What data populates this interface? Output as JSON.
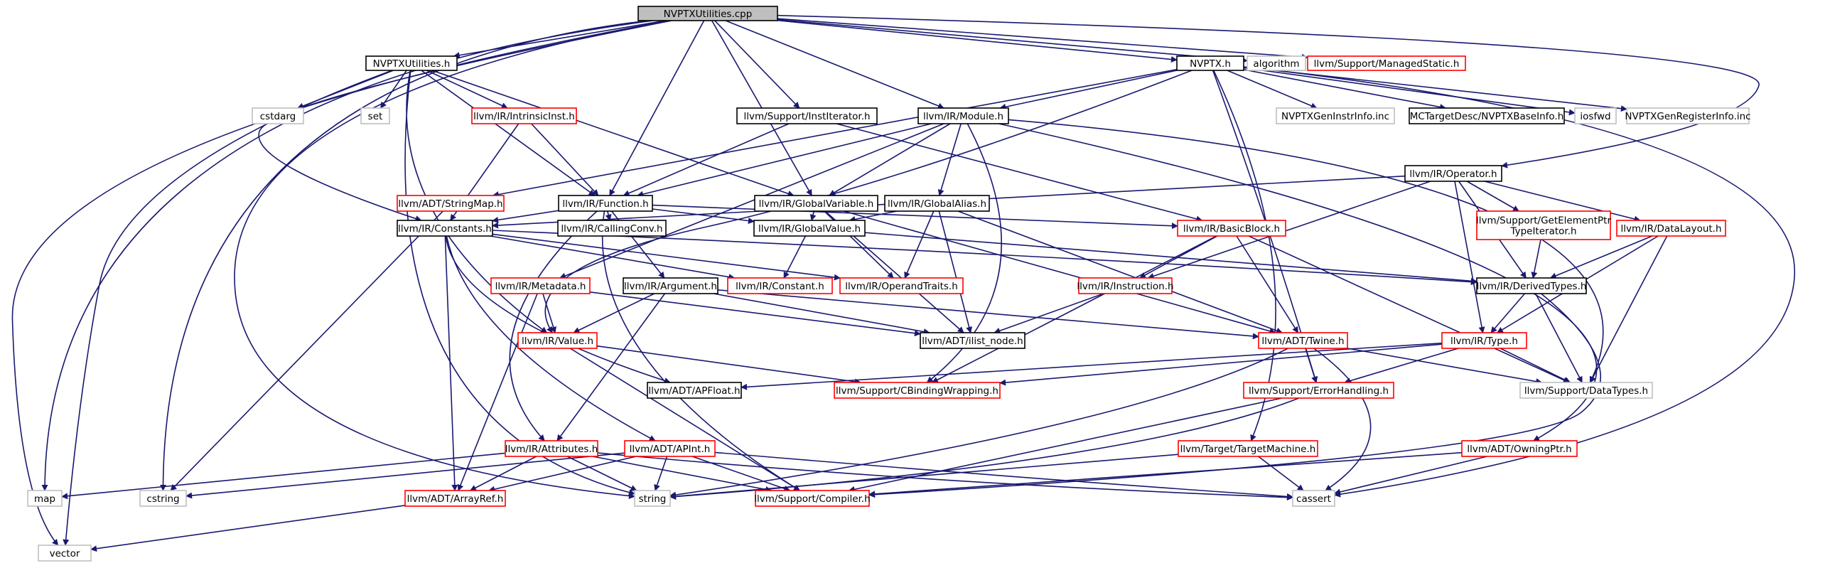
{
  "colors": {
    "edge": "#191970",
    "border_black": "#000000",
    "border_red": "#ff0000",
    "border_gray": "#bfbfbf",
    "root_fill": "#bfbfbf",
    "fill": "#ffffff"
  },
  "nodes": [
    {
      "id": "root",
      "lines": [
        "NVPTXUtilities.cpp"
      ],
      "border": "root"
    },
    {
      "id": "utils_h",
      "lines": [
        "NVPTXUtilities.h"
      ],
      "border": "black"
    },
    {
      "id": "nvptx_h",
      "lines": [
        "NVPTX.h"
      ],
      "border": "black"
    },
    {
      "id": "algorithm",
      "lines": [
        "algorithm"
      ],
      "border": "gray"
    },
    {
      "id": "managedstatic",
      "lines": [
        "llvm/Support/ManagedStatic.h"
      ],
      "border": "red"
    },
    {
      "id": "cstdarg",
      "lines": [
        "cstdarg"
      ],
      "border": "gray"
    },
    {
      "id": "set",
      "lines": [
        "set"
      ],
      "border": "gray"
    },
    {
      "id": "intrinsicinst",
      "lines": [
        "llvm/IR/IntrinsicInst.h"
      ],
      "border": "red"
    },
    {
      "id": "institerator",
      "lines": [
        "llvm/Support/InstIterator.h"
      ],
      "border": "black"
    },
    {
      "id": "module",
      "lines": [
        "llvm/IR/Module.h"
      ],
      "border": "black"
    },
    {
      "id": "instrinfo",
      "lines": [
        "NVPTXGenInstrInfo.inc"
      ],
      "border": "gray"
    },
    {
      "id": "basicinfo",
      "lines": [
        "MCTargetDesc/NVPTXBaseInfo.h"
      ],
      "border": "black"
    },
    {
      "id": "iosfwd",
      "lines": [
        "iosfwd"
      ],
      "border": "gray"
    },
    {
      "id": "reginfo",
      "lines": [
        "NVPTXGenRegisterInfo.inc"
      ],
      "border": "gray"
    },
    {
      "id": "stringmap",
      "lines": [
        "llvm/ADT/StringMap.h"
      ],
      "border": "red"
    },
    {
      "id": "function",
      "lines": [
        "llvm/IR/Function.h"
      ],
      "border": "black"
    },
    {
      "id": "globalvar",
      "lines": [
        "llvm/IR/GlobalVariable.h"
      ],
      "border": "black"
    },
    {
      "id": "globalalias",
      "lines": [
        "llvm/IR/GlobalAlias.h"
      ],
      "border": "black"
    },
    {
      "id": "operator",
      "lines": [
        "llvm/IR/Operator.h"
      ],
      "border": "black"
    },
    {
      "id": "constants",
      "lines": [
        "llvm/IR/Constants.h"
      ],
      "border": "black"
    },
    {
      "id": "callingconv",
      "lines": [
        "llvm/IR/CallingConv.h"
      ],
      "border": "black"
    },
    {
      "id": "globalvalue",
      "lines": [
        "llvm/IR/GlobalValue.h"
      ],
      "border": "black"
    },
    {
      "id": "basicblock",
      "lines": [
        "llvm/IR/BasicBlock.h"
      ],
      "border": "red"
    },
    {
      "id": "gepti",
      "lines": [
        "llvm/Support/GetElementPtr",
        "TypeIterator.h"
      ],
      "border": "red"
    },
    {
      "id": "datalayout",
      "lines": [
        "llvm/IR/DataLayout.h"
      ],
      "border": "red"
    },
    {
      "id": "metadata",
      "lines": [
        "llvm/IR/Metadata.h"
      ],
      "border": "red"
    },
    {
      "id": "argument",
      "lines": [
        "llvm/IR/Argument.h"
      ],
      "border": "black"
    },
    {
      "id": "constant",
      "lines": [
        "llvm/IR/Constant.h"
      ],
      "border": "red"
    },
    {
      "id": "operandtraits",
      "lines": [
        "llvm/IR/OperandTraits.h"
      ],
      "border": "red"
    },
    {
      "id": "instruction",
      "lines": [
        "llvm/IR/Instruction.h"
      ],
      "border": "red"
    },
    {
      "id": "derivedtypes",
      "lines": [
        "llvm/IR/DerivedTypes.h"
      ],
      "border": "black"
    },
    {
      "id": "value",
      "lines": [
        "llvm/IR/Value.h"
      ],
      "border": "red"
    },
    {
      "id": "ilistnode",
      "lines": [
        "llvm/ADT/ilist_node.h"
      ],
      "border": "black"
    },
    {
      "id": "twine",
      "lines": [
        "llvm/ADT/Twine.h"
      ],
      "border": "red"
    },
    {
      "id": "type",
      "lines": [
        "llvm/IR/Type.h"
      ],
      "border": "red"
    },
    {
      "id": "apfloat",
      "lines": [
        "llvm/ADT/APFloat.h"
      ],
      "border": "black"
    },
    {
      "id": "cbinding",
      "lines": [
        "llvm/Support/CBindingWrapping.h"
      ],
      "border": "red"
    },
    {
      "id": "errorhandling",
      "lines": [
        "llvm/Support/ErrorHandling.h"
      ],
      "border": "red"
    },
    {
      "id": "datatypes",
      "lines": [
        "llvm/Support/DataTypes.h"
      ],
      "border": "gray"
    },
    {
      "id": "attributes",
      "lines": [
        "llvm/IR/Attributes.h"
      ],
      "border": "red"
    },
    {
      "id": "apint",
      "lines": [
        "llvm/ADT/APInt.h"
      ],
      "border": "red"
    },
    {
      "id": "targetmachine",
      "lines": [
        "llvm/Target/TargetMachine.h"
      ],
      "border": "red"
    },
    {
      "id": "owningptr",
      "lines": [
        "llvm/ADT/OwningPtr.h"
      ],
      "border": "red"
    },
    {
      "id": "map",
      "lines": [
        "map"
      ],
      "border": "gray"
    },
    {
      "id": "cstring",
      "lines": [
        "cstring"
      ],
      "border": "gray"
    },
    {
      "id": "string",
      "lines": [
        "string"
      ],
      "border": "gray"
    },
    {
      "id": "compiler",
      "lines": [
        "llvm/Support/Compiler.h"
      ],
      "border": "red"
    },
    {
      "id": "cassert",
      "lines": [
        "cassert"
      ],
      "border": "gray"
    },
    {
      "id": "arrayref",
      "lines": [
        "llvm/ADT/ArrayRef.h"
      ],
      "border": "red"
    },
    {
      "id": "vector",
      "lines": [
        "vector"
      ],
      "border": "gray"
    }
  ],
  "edges": [
    [
      "root",
      "utils_h"
    ],
    [
      "root",
      "nvptx_h"
    ],
    [
      "root",
      "algorithm"
    ],
    [
      "root",
      "managedstatic"
    ],
    [
      "root",
      "institerator"
    ],
    [
      "root",
      "module"
    ],
    [
      "root",
      "function"
    ],
    [
      "root",
      "globalvar"
    ],
    [
      "root",
      "constants"
    ],
    [
      "root",
      "operator"
    ],
    [
      "root",
      "map"
    ],
    [
      "root",
      "cstring"
    ],
    [
      "root",
      "string"
    ],
    [
      "root",
      "vector"
    ],
    [
      "utils_h",
      "cstdarg"
    ],
    [
      "utils_h",
      "set"
    ],
    [
      "utils_h",
      "intrinsicinst"
    ],
    [
      "utils_h",
      "function"
    ],
    [
      "utils_h",
      "globalvar"
    ],
    [
      "utils_h",
      "value"
    ],
    [
      "utils_h",
      "string"
    ],
    [
      "utils_h",
      "vector"
    ],
    [
      "nvptx_h",
      "instrinfo"
    ],
    [
      "nvptx_h",
      "basicinfo"
    ],
    [
      "nvptx_h",
      "iosfwd"
    ],
    [
      "nvptx_h",
      "reginfo"
    ],
    [
      "nvptx_h",
      "module"
    ],
    [
      "nvptx_h",
      "stringmap"
    ],
    [
      "nvptx_h",
      "value"
    ],
    [
      "nvptx_h",
      "errorhandling"
    ],
    [
      "nvptx_h",
      "targetmachine"
    ],
    [
      "nvptx_h",
      "cassert"
    ],
    [
      "intrinsicinst",
      "function"
    ],
    [
      "intrinsicinst",
      "constants"
    ],
    [
      "institerator",
      "function"
    ],
    [
      "institerator",
      "basicblock"
    ],
    [
      "module",
      "function"
    ],
    [
      "module",
      "globalvar"
    ],
    [
      "module",
      "globalalias"
    ],
    [
      "module",
      "metadata"
    ],
    [
      "module",
      "owningptr"
    ],
    [
      "module",
      "datatypes"
    ],
    [
      "module",
      "cbinding"
    ],
    [
      "stringmap",
      "cstring"
    ],
    [
      "function",
      "constants"
    ],
    [
      "function",
      "callingconv"
    ],
    [
      "function",
      "globalvalue"
    ],
    [
      "function",
      "argument"
    ],
    [
      "function",
      "basicblock"
    ],
    [
      "function",
      "attributes"
    ],
    [
      "function",
      "compiler"
    ],
    [
      "globalvar",
      "globalvalue"
    ],
    [
      "globalvar",
      "operandtraits"
    ],
    [
      "globalvar",
      "ilistnode"
    ],
    [
      "globalvar",
      "twine"
    ],
    [
      "globalalias",
      "globalvalue"
    ],
    [
      "globalalias",
      "operandtraits"
    ],
    [
      "globalalias",
      "ilistnode"
    ],
    [
      "globalalias",
      "twine"
    ],
    [
      "operator",
      "constants"
    ],
    [
      "operator",
      "instruction"
    ],
    [
      "operator",
      "gepti"
    ],
    [
      "operator",
      "datalayout"
    ],
    [
      "operator",
      "derivedtypes"
    ],
    [
      "operator",
      "type"
    ],
    [
      "constants",
      "constant"
    ],
    [
      "constants",
      "operandtraits"
    ],
    [
      "constants",
      "derivedtypes"
    ],
    [
      "constants",
      "apint"
    ],
    [
      "constants",
      "apfloat"
    ],
    [
      "constants",
      "arrayref"
    ],
    [
      "globalvalue",
      "constant"
    ],
    [
      "globalvalue",
      "derivedtypes"
    ],
    [
      "basicblock",
      "instruction"
    ],
    [
      "basicblock",
      "twine"
    ],
    [
      "basicblock",
      "cbinding"
    ],
    [
      "basicblock",
      "datatypes"
    ],
    [
      "gepti",
      "derivedtypes"
    ],
    [
      "datalayout",
      "derivedtypes"
    ],
    [
      "datalayout",
      "type"
    ],
    [
      "datalayout",
      "datatypes"
    ],
    [
      "metadata",
      "value"
    ],
    [
      "metadata",
      "ilistnode"
    ],
    [
      "metadata",
      "arrayref"
    ],
    [
      "argument",
      "value"
    ],
    [
      "argument",
      "ilistnode"
    ],
    [
      "argument",
      "twine"
    ],
    [
      "argument",
      "attributes"
    ],
    [
      "instruction",
      "ilistnode"
    ],
    [
      "derivedtypes",
      "type"
    ],
    [
      "derivedtypes",
      "datatypes"
    ],
    [
      "derivedtypes",
      "compiler"
    ],
    [
      "value",
      "cbinding"
    ],
    [
      "value",
      "compiler"
    ],
    [
      "twine",
      "errorhandling"
    ],
    [
      "twine",
      "datatypes"
    ],
    [
      "twine",
      "string"
    ],
    [
      "twine",
      "cassert"
    ],
    [
      "type",
      "apfloat"
    ],
    [
      "type",
      "cbinding"
    ],
    [
      "type",
      "errorhandling"
    ],
    [
      "type",
      "datatypes"
    ],
    [
      "errorhandling",
      "compiler"
    ],
    [
      "errorhandling",
      "string"
    ],
    [
      "attributes",
      "map"
    ],
    [
      "attributes",
      "string"
    ],
    [
      "attributes",
      "compiler"
    ],
    [
      "attributes",
      "arrayref"
    ],
    [
      "attributes",
      "cassert"
    ],
    [
      "apint",
      "cstring"
    ],
    [
      "apint",
      "string"
    ],
    [
      "apint",
      "compiler"
    ],
    [
      "apint",
      "arrayref"
    ],
    [
      "apint",
      "cassert"
    ],
    [
      "targetmachine",
      "string"
    ],
    [
      "targetmachine",
      "cassert"
    ],
    [
      "owningptr",
      "compiler"
    ],
    [
      "owningptr",
      "cassert"
    ],
    [
      "arrayref",
      "vector"
    ]
  ]
}
